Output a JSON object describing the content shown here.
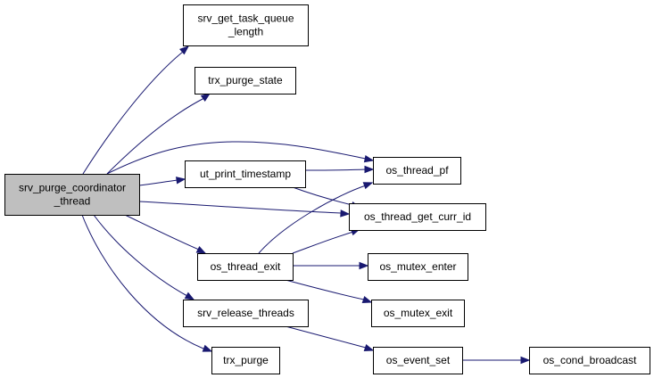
{
  "diagram": {
    "type": "call-graph",
    "colors": {
      "edge": "#191970",
      "root_fill": "#bfbfbf",
      "node_fill": "#ffffff",
      "node_border": "#000000"
    },
    "nodes": [
      {
        "id": "root",
        "lines": [
          "srv_purge_coordinator",
          "_thread"
        ]
      },
      {
        "id": "srv_get_task_queue_length",
        "lines": [
          "srv_get_task_queue",
          "_length"
        ]
      },
      {
        "id": "trx_purge_state",
        "lines": [
          "trx_purge_state"
        ]
      },
      {
        "id": "ut_print_timestamp",
        "lines": [
          "ut_print_timestamp"
        ]
      },
      {
        "id": "os_thread_exit",
        "lines": [
          "os_thread_exit"
        ]
      },
      {
        "id": "srv_release_threads",
        "lines": [
          "srv_release_threads"
        ]
      },
      {
        "id": "trx_purge",
        "lines": [
          "trx_purge"
        ]
      },
      {
        "id": "os_thread_pf",
        "lines": [
          "os_thread_pf"
        ]
      },
      {
        "id": "os_thread_get_curr_id",
        "lines": [
          "os_thread_get_curr_id"
        ]
      },
      {
        "id": "os_mutex_enter",
        "lines": [
          "os_mutex_enter"
        ]
      },
      {
        "id": "os_mutex_exit",
        "lines": [
          "os_mutex_exit"
        ]
      },
      {
        "id": "os_event_set",
        "lines": [
          "os_event_set"
        ]
      },
      {
        "id": "os_cond_broadcast",
        "lines": [
          "os_cond_broadcast"
        ]
      }
    ],
    "edges": [
      {
        "from": "root",
        "to": "srv_get_task_queue_length"
      },
      {
        "from": "root",
        "to": "trx_purge_state"
      },
      {
        "from": "root",
        "to": "os_thread_pf"
      },
      {
        "from": "root",
        "to": "ut_print_timestamp"
      },
      {
        "from": "root",
        "to": "os_thread_get_curr_id"
      },
      {
        "from": "root",
        "to": "os_thread_exit"
      },
      {
        "from": "root",
        "to": "srv_release_threads"
      },
      {
        "from": "root",
        "to": "trx_purge"
      },
      {
        "from": "ut_print_timestamp",
        "to": "os_thread_pf"
      },
      {
        "from": "ut_print_timestamp",
        "to": "os_thread_get_curr_id"
      },
      {
        "from": "os_thread_exit",
        "to": "os_thread_pf"
      },
      {
        "from": "os_thread_exit",
        "to": "os_thread_get_curr_id"
      },
      {
        "from": "os_thread_exit",
        "to": "os_mutex_enter"
      },
      {
        "from": "os_thread_exit",
        "to": "os_mutex_exit"
      },
      {
        "from": "srv_release_threads",
        "to": "os_event_set"
      },
      {
        "from": "os_event_set",
        "to": "os_cond_broadcast"
      }
    ]
  }
}
